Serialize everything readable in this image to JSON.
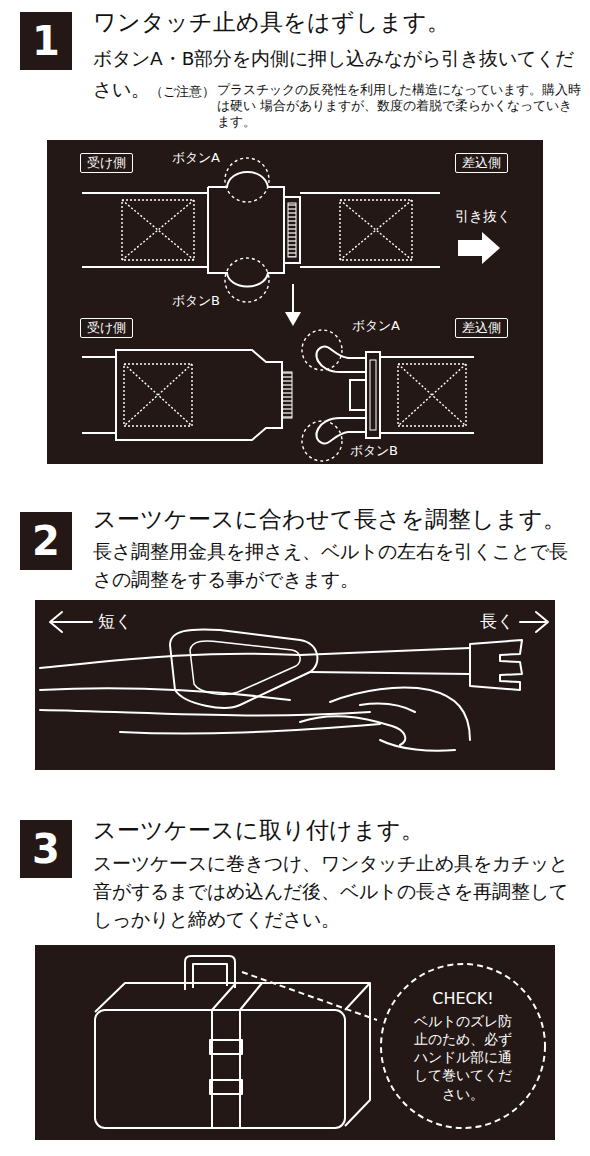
{
  "diagram": {
    "nodes": [
      {
        "text": [
          "1"
        ]
      },
      {
        "text": [
          "受け側"
        ]
      },
      {
        "text": [
          "差込側"
        ]
      },
      {
        "text": [
          "受け側"
        ]
      },
      {
        "text": [
          "差込側"
        ]
      },
      {
        "text": [
          "2"
        ]
      },
      {
        "text": [
          "3"
        ]
      },
      {
        "text": [
          "CHECK!",
          "ベルトのズレ防止のため、必ずハンドル部に通して巻いてください。"
        ]
      }
    ],
    "labels": [
      "ワンタッチ止め具をはずします。",
      "ボタンA・B部分を内側に押し込みながら引き抜いてください。",
      "（ご注意）",
      "プラスチックの反発性を利用した構造になっています。購入時は硬い 場合がありますが、数度の着脱で柔らかくなっていきます。",
      "ボタンA",
      "引き抜く",
      "ボタンB",
      "ボタンA",
      "ボタンB",
      "スーツケースに合わせて長さを調整します。",
      "長さ調整用金具を押さえ、ベルトの左右を引くことで長さの調整をする事ができます。",
      "短く",
      "長く",
      "スーツケースに取り付けます。",
      "スーツケースに巻きつけ、ワンタッチ止め具をカチッと音がするまではめ込んだ後、ベルトの長さを再調整してしっかりと締めてください。"
    ]
  }
}
